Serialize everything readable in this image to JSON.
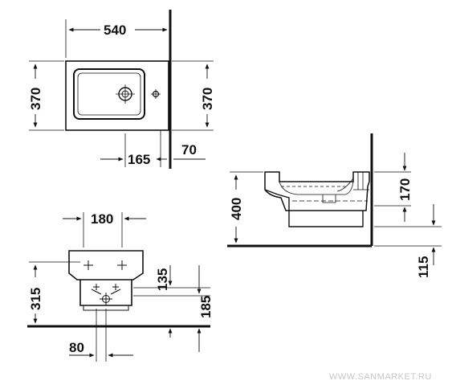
{
  "dimensions": {
    "top_width": "540",
    "top_depth_left": "370",
    "top_depth_right": "370",
    "tap_offset": "165",
    "wall_gap": "70",
    "side_height": "400",
    "side_rim": "170",
    "side_drain": "115",
    "front_width": "180",
    "front_height": "315",
    "front_inlet": "135",
    "front_outlet": "185",
    "front_bottom": "80"
  },
  "watermark": "WWW.SANMARKET.RU"
}
